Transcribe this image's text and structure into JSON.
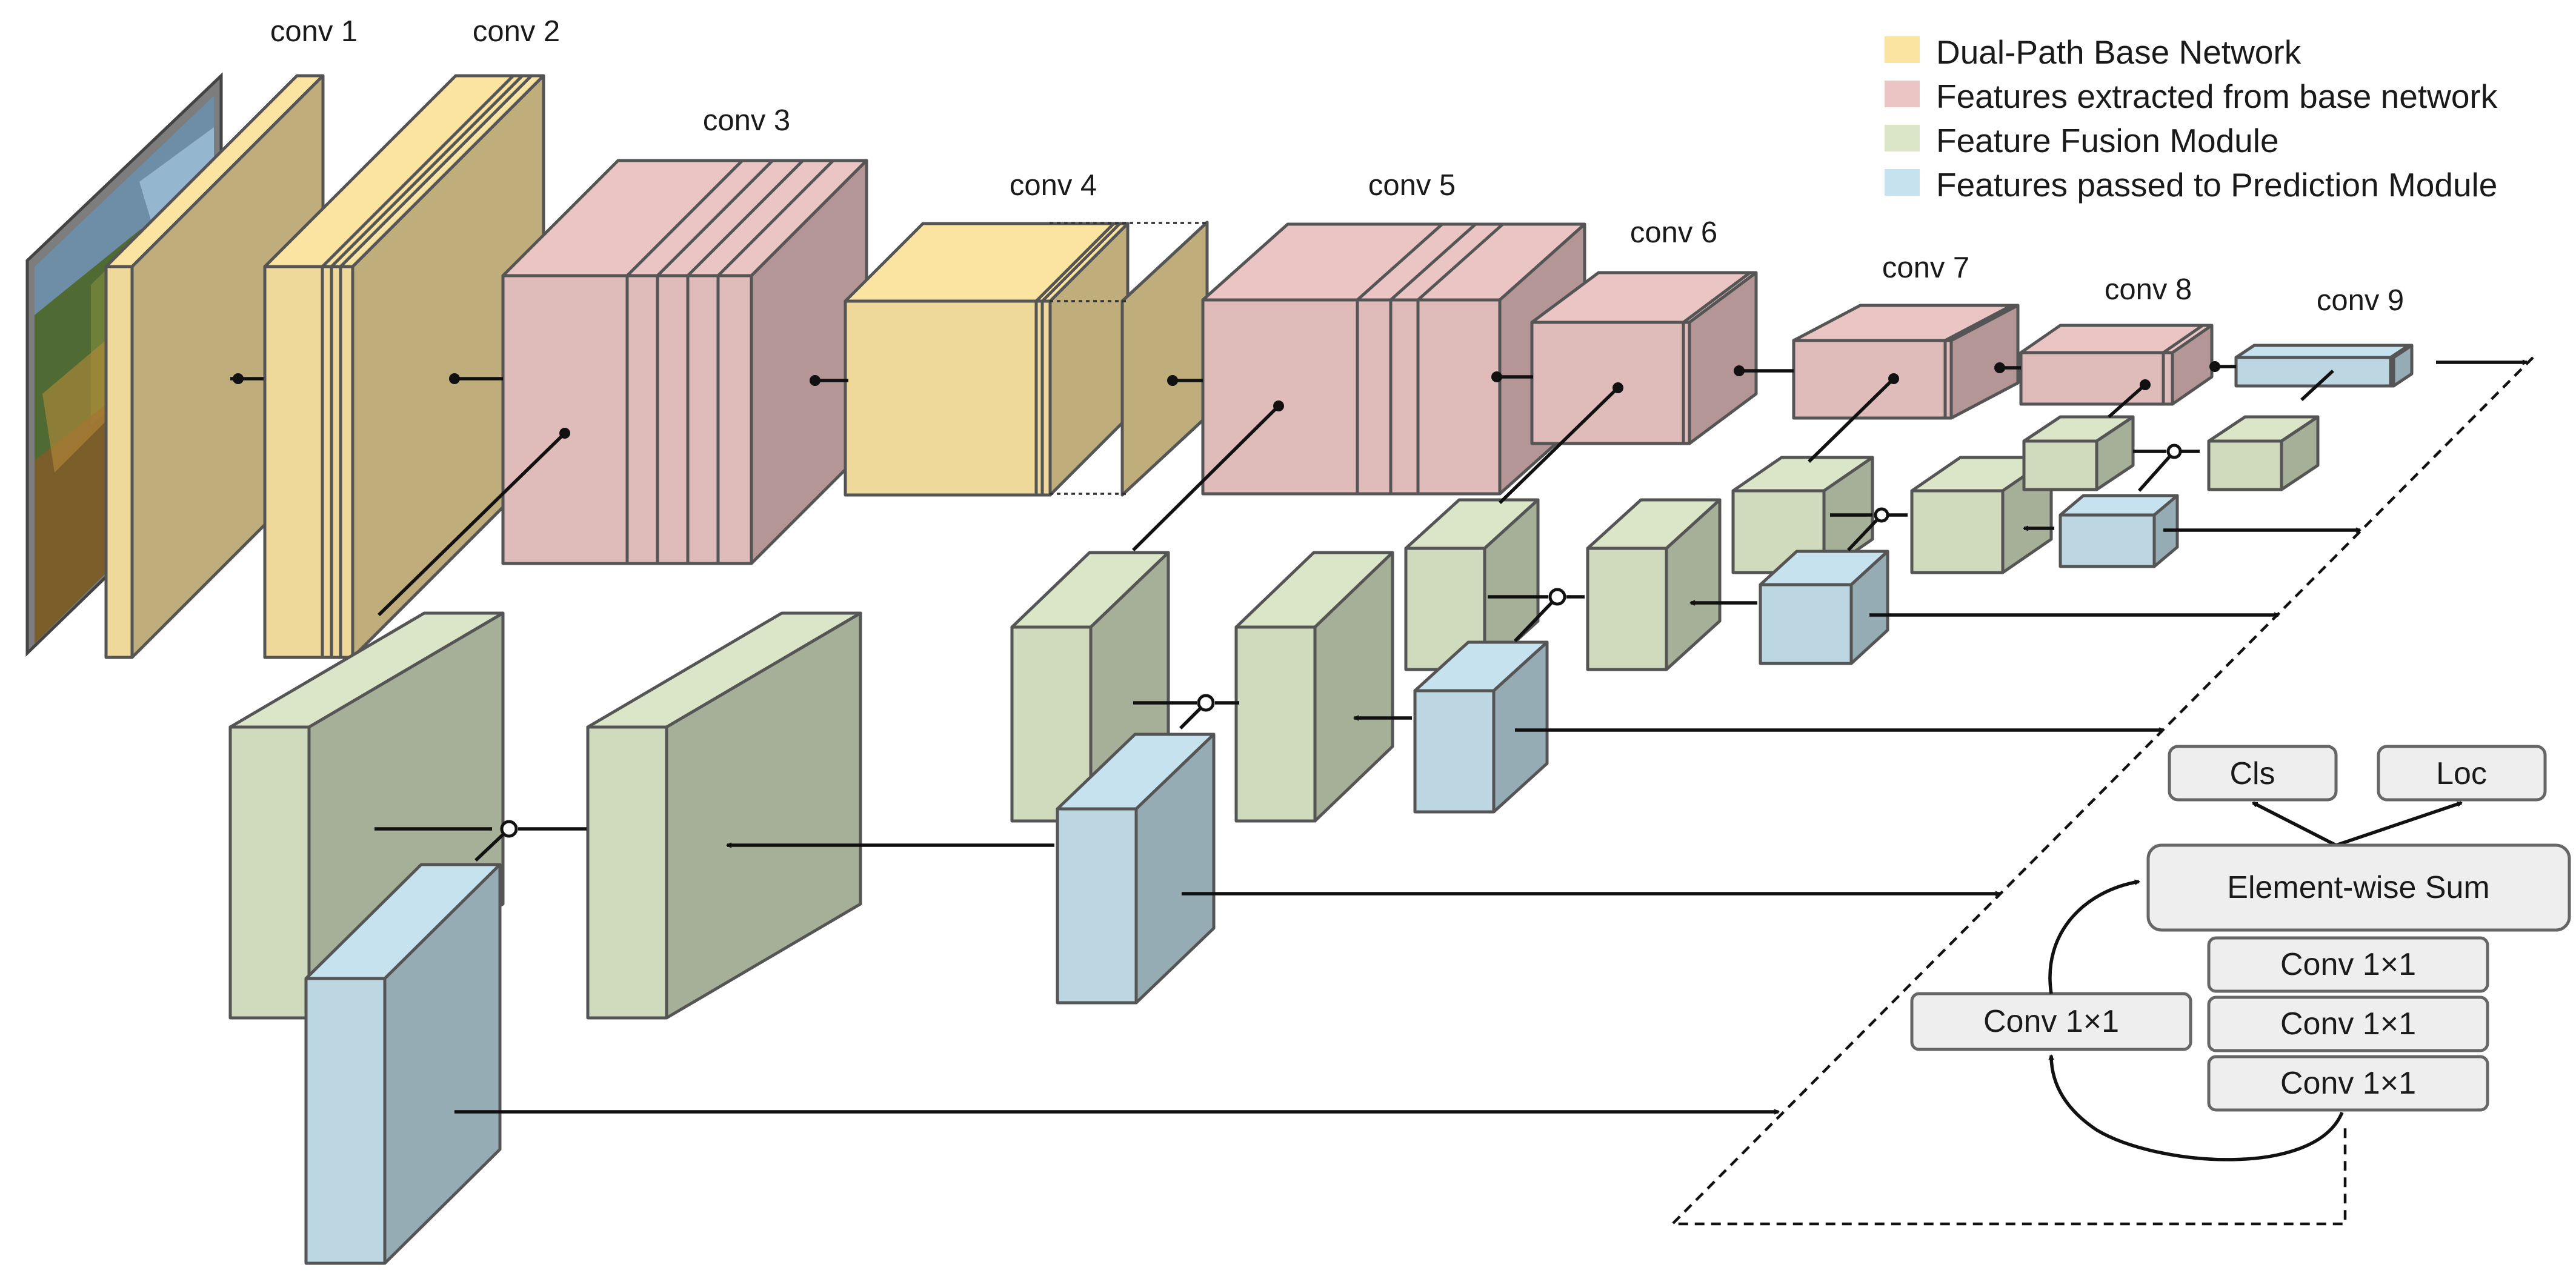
{
  "layer_labels": [
    "conv 1",
    "conv 2",
    "conv 3",
    "conv 4",
    "conv 5",
    "conv 6",
    "conv 7",
    "conv 8",
    "conv 9"
  ],
  "legend": [
    {
      "label": "Dual-Path Base Network",
      "color": "#fbe3a2"
    },
    {
      "label": "Features extracted from base network",
      "color": "#ebc5c4"
    },
    {
      "label": "Feature Fusion Module",
      "color": "#dbe6c8"
    },
    {
      "label": "Features passed to Prediction Module",
      "color": "#c6e2ee"
    }
  ],
  "prediction_module": {
    "cls_label": "Cls",
    "loc_label": "Loc",
    "sum_label": "Element-wise Sum",
    "conv_labels": [
      "Conv 1×1",
      "Conv 1×1",
      "Conv 1×1"
    ],
    "shortcut_label": "Conv 1×1"
  },
  "colors": {
    "base": "#fbe3a2",
    "extracted": "#ebc5c4",
    "fusion": "#dbe6c8",
    "prediction": "#c6e2ee"
  }
}
